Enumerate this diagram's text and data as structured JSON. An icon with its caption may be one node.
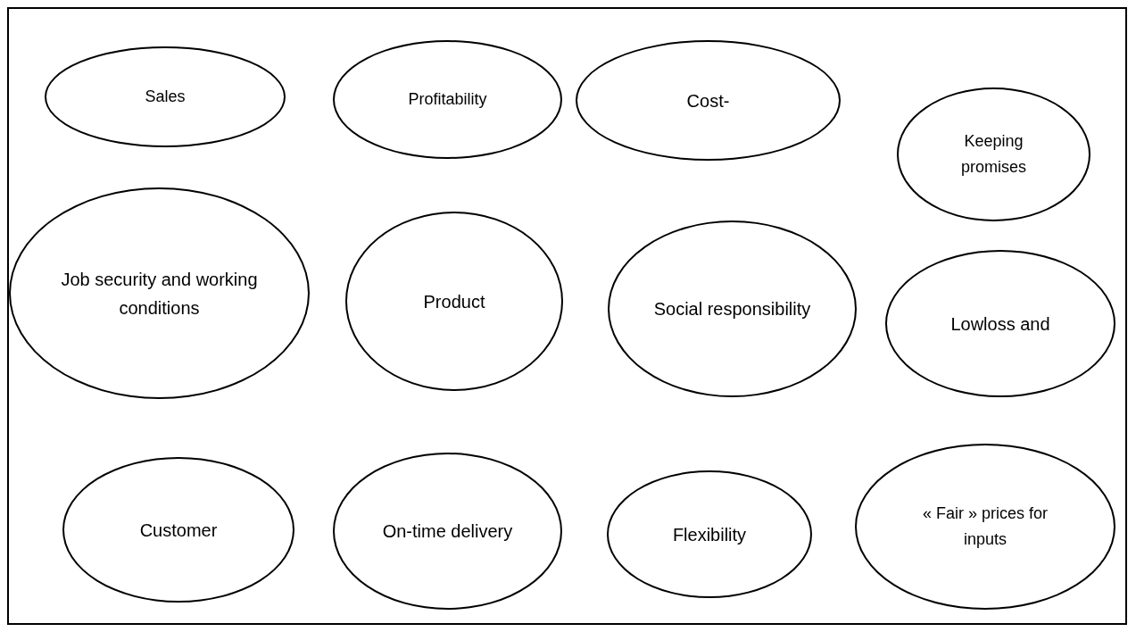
{
  "diagram": {
    "nodes": [
      {
        "text": [
          "Sales"
        ]
      },
      {
        "text": [
          "Profitability"
        ]
      },
      {
        "text": [
          "Cost-"
        ]
      },
      {
        "text": [
          "Keeping promises"
        ]
      },
      {
        "text": [
          "Job security and working conditions"
        ]
      },
      {
        "text": [
          "Product"
        ]
      },
      {
        "text": [
          "Social responsibility"
        ]
      },
      {
        "text": [
          "Lowloss and"
        ]
      },
      {
        "text": [
          "Customer"
        ]
      },
      {
        "text": [
          "On-time delivery"
        ]
      },
      {
        "text": [
          "Flexibility"
        ]
      },
      {
        "text": [
          "« Fair » prices for inputs"
        ]
      }
    ]
  }
}
